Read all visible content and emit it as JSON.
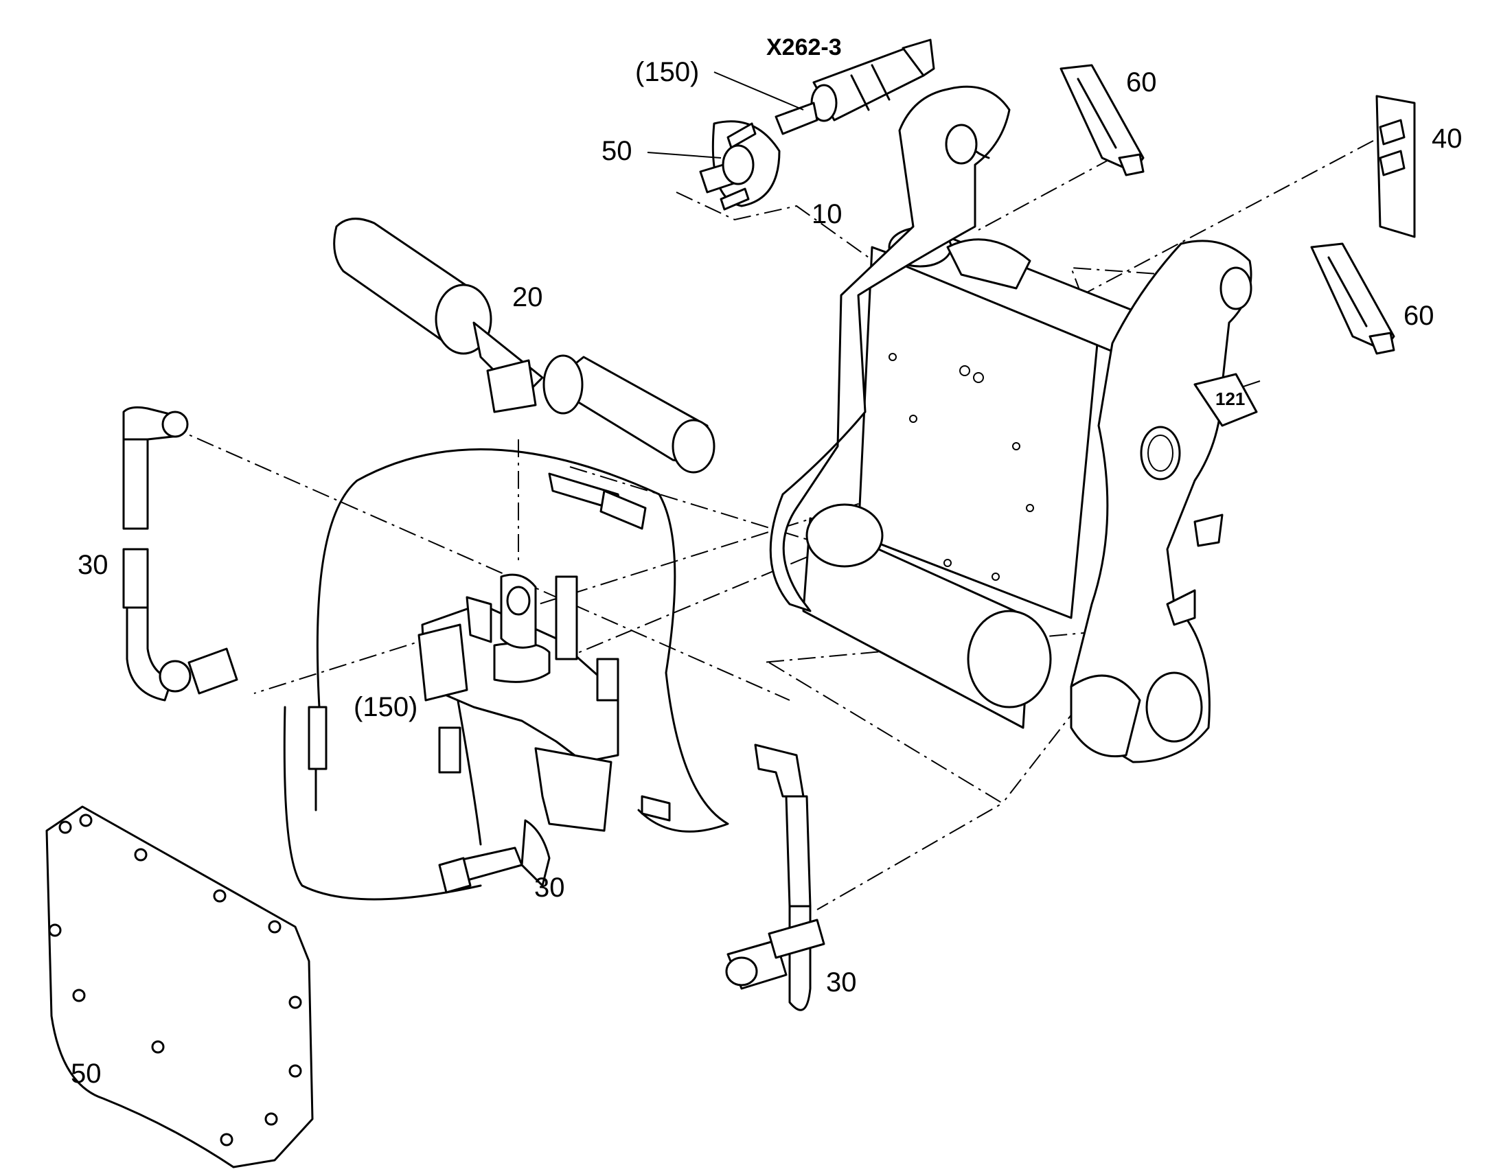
{
  "callouts": {
    "connector_id": "X262-3",
    "wire_ref_top": "(150)",
    "wire_ref_mid": "(150)",
    "item_10": "10",
    "item_20": "20",
    "item_30_left": "30",
    "item_30_valve": "30",
    "item_30_right": "30",
    "item_40": "40",
    "item_50_top": "50",
    "item_50_cover": "50",
    "item_60_top": "60",
    "item_60_right": "60"
  }
}
